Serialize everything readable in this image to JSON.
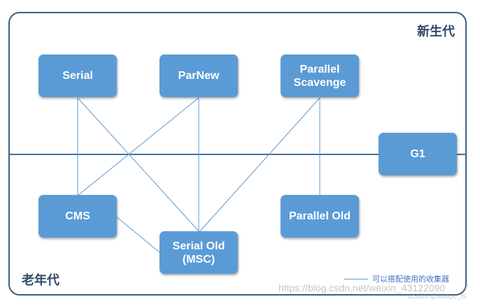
{
  "regions": {
    "young": "新生代",
    "old": "老年代"
  },
  "nodes": {
    "serial": "Serial",
    "parnew": "ParNew",
    "parallel_scavenge": "Parallel\nScavenge",
    "g1": "G1",
    "cms": "CMS",
    "serial_old": "Serial Old\n(MSC)",
    "parallel_old": "Parallel Old"
  },
  "legend": {
    "text": "可以搭配使用的收集器"
  },
  "watermark": {
    "url": "https://blog.csdn.net/weixin_43122090",
    "credit": "CSDN @xiaoye_ls"
  },
  "colors": {
    "node_fill": "#5b9bd5",
    "divider": "#41719c",
    "link": "#5b9bd5",
    "frame": "#3f5f7f"
  }
}
